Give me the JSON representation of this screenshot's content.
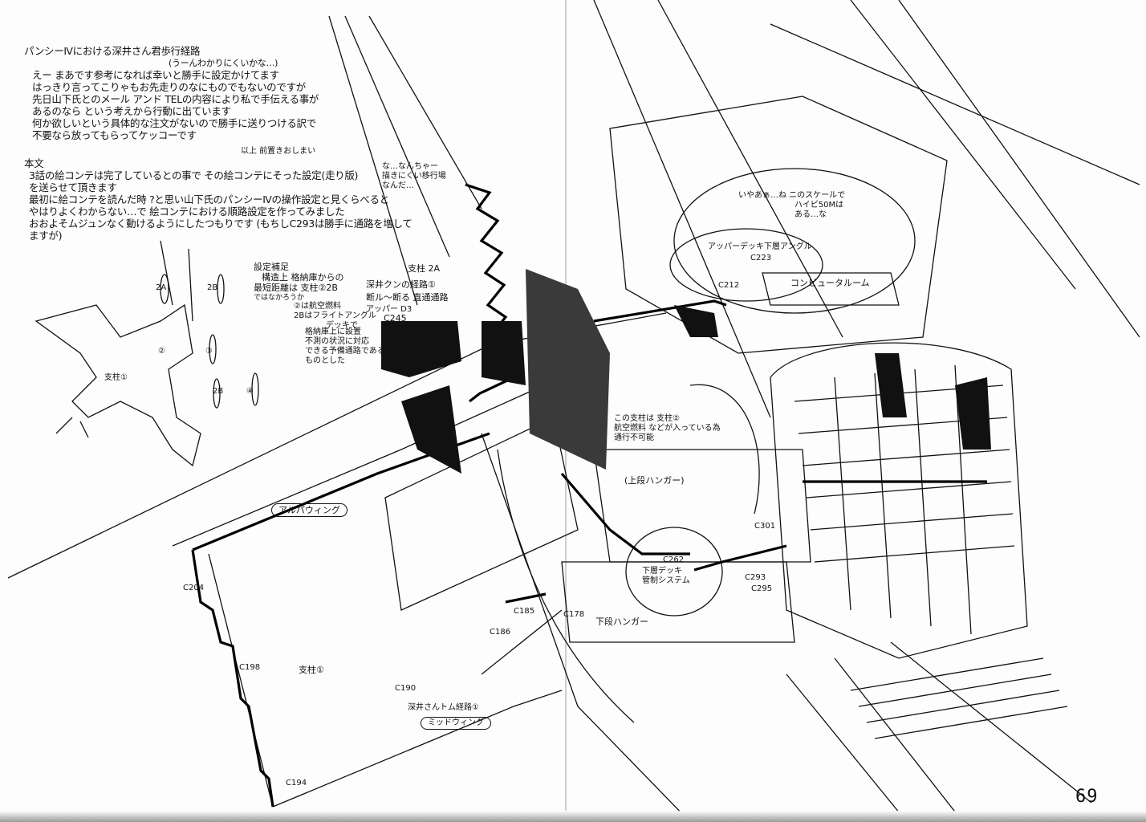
{
  "intro": {
    "title": "パンシーⅣにおける深井さん君歩行経路",
    "aside": "(うーんわかりにくいかな…)",
    "lines": [
      "えー まあです参考になれば幸いと勝手に設定かけてます",
      "はっきり言ってこりゃもお先走りのなにものでもないのですが",
      "先日山下氏とのメール アンド TELの内容により私で手伝える事が",
      "あるのなら という考えから行動に出ています",
      "何か欲しいという具体的な注文がないので勝手に送りつける訳で",
      "不要なら放ってもらってケッコーです"
    ],
    "signature": "以上 前置きおしまい"
  },
  "body": {
    "heading": "本文",
    "lines": [
      "3話の絵コンテは完了しているとの事で その絵コンテにそった設定(走り版)",
      "を送らせて頂きます",
      "最初に絵コンテを読んだ時 ?と思い山下氏のパンシーⅣの操作設定と見くらべると",
      "やはりよくわからない…で 絵コンテにおける順路設定を作ってみました",
      "おおよそムジュンなく動けるようにしたつもりです (もちしC293は勝手に通路を増して",
      "ますが)"
    ]
  },
  "sketch_labels": {
    "support_2a": "2A",
    "support_2b": "2B",
    "support_2": "②",
    "support_3": "③",
    "support_4": "④",
    "support_1": "支柱①",
    "support_2b_small": "2B"
  },
  "notes": {
    "setting_supplement": [
      "設定補足",
      "構造上 格納庫からの",
      "最短距離は 支柱②2B",
      "ではなかろうか"
    ],
    "note_2a_2b": [
      "②は航空燃料",
      "2Bはフライトアングル",
      "デッキで"
    ],
    "hangar_note": [
      "格納庫上に設置",
      "不測の状況に対応",
      "できる予備通路である",
      "ものとした"
    ],
    "naname": [
      "な…なんちゃー",
      "描きにくい移行場",
      "なんだ…"
    ],
    "fukai_route_1": "深井クンの経路①",
    "danger_route": "断ル～断る 直通通路",
    "upper_d3": "アッパー D3",
    "c245": "C245",
    "support_2a_label": "支柱 2A",
    "route_2_note": [
      "この支柱は 支柱②",
      "航空燃料 などが入っている為",
      "通行不可能"
    ],
    "upper_hangar": "(上段ハンガー)",
    "alpha_wing": "アルパウィング",
    "upper_deck_note": [
      "いやあぁ…ね ニのスケールで",
      "ハイビ50Mは",
      "ある…な"
    ],
    "upper_deck_angle": "アッパーデッキ下層アングル",
    "c223": "C223",
    "c212": "C212",
    "computer_room": "コンピュータルーム",
    "c204": "C204",
    "c198": "C198",
    "support_1_label": "支柱①",
    "c185": "C185",
    "c186": "C186",
    "c178": "C178",
    "lower_hangar": "下段ハンガー",
    "c190": "C190",
    "fukai_route_1b": "深井さんトム経路①",
    "mid_wing": "ミッドウィング",
    "c194": "C194",
    "c262": "C262",
    "lower_deck": [
      "下層デッキ",
      "管制システム"
    ],
    "c301": "C301",
    "c293": "C293",
    "c295": "C295"
  },
  "page_number": "69"
}
